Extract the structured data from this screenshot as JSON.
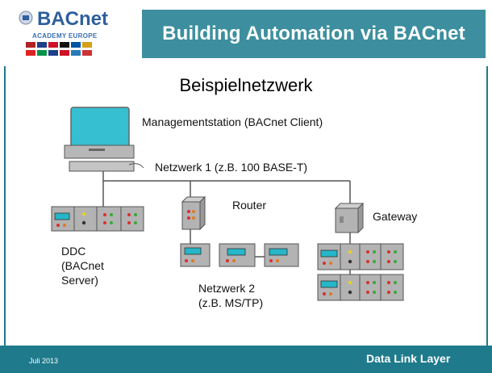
{
  "header": {
    "title": "Building Automation via BACnet",
    "logo": {
      "word": "BACnet",
      "subtitle": "ACADEMY EUROPE"
    }
  },
  "slide": {
    "heading": "Beispielnetzwerk"
  },
  "diagram": {
    "management_station": "Managementstation (BACnet Client)",
    "network1": "Netzwerk 1 (z.B. 100 BASE-T)",
    "router": "Router",
    "gateway": "Gateway",
    "ddc": [
      "DDC",
      "(BACnet",
      "Server)"
    ],
    "network2": [
      "Netzwerk 2",
      "(z.B. MS/TP)"
    ]
  },
  "footer": {
    "date": "Juli 2013",
    "topic": "Data Link Layer"
  },
  "colors": {
    "banner": "#3d8f9f",
    "bar": "#1f7a8c",
    "device_body": "#b3b3b3",
    "screen": "#25b6c8",
    "monitor": "#35bfd0"
  }
}
